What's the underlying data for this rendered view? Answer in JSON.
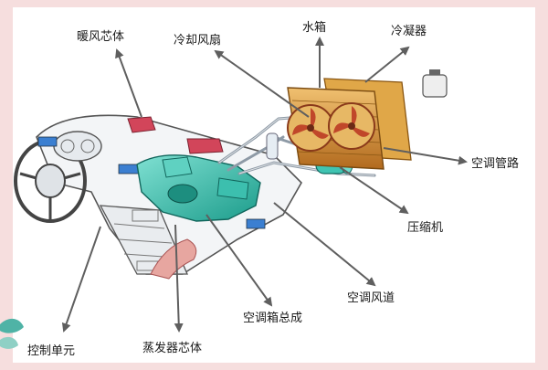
{
  "title": "",
  "labels": {
    "heater_core": "暖风芯体",
    "cooling_fan": "冷却风扇",
    "water_tank": "水箱",
    "condenser": "冷凝器",
    "ac_pipes": "空调管路",
    "compressor": "压缩机",
    "ac_duct": "空调风道",
    "hvac_box_assembly": "空调箱总成",
    "control_unit": "控制单元",
    "evaporator_core": "蒸发器芯体"
  },
  "colors": {
    "page_border": "#f6dede",
    "corner_decoration": "#4fb3a6",
    "hvac_box": "#2fb7a6",
    "radiator": "#d08a2c",
    "fan": "#c0472a",
    "duct_red": "#d2455a"
  }
}
